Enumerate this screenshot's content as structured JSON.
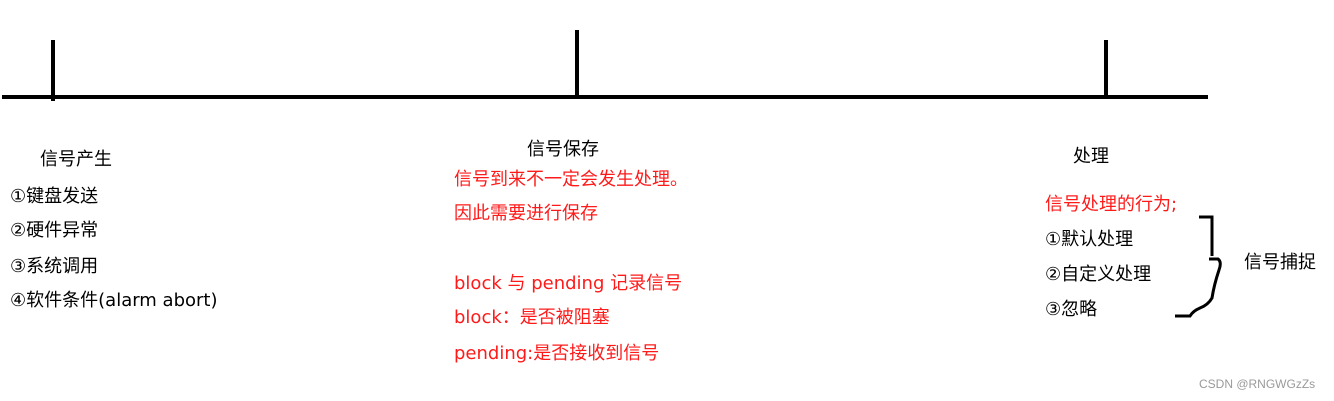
{
  "stage1": {
    "title": "信号产生",
    "items": [
      "①键盘发送",
      "②硬件异常",
      "③系统调用",
      "④软件条件(alarm abort)"
    ]
  },
  "stage2": {
    "title": "信号保存",
    "notes": [
      "信号到来不一定会发生处理。",
      "因此需要进行保存",
      "block 与 pending 记录信号",
      "block：是否被阻塞",
      "pending:是否接收到信号"
    ]
  },
  "stage3": {
    "title": "处理",
    "heading": "信号处理的行为;",
    "items": [
      "①默认处理",
      "②自定义处理",
      "③忽略"
    ],
    "brace_label": "信号捕捉"
  },
  "watermark": "CSDN @RNGWGzZs",
  "colors": {
    "highlight": "#ff1a1a",
    "ink": "#000000"
  }
}
